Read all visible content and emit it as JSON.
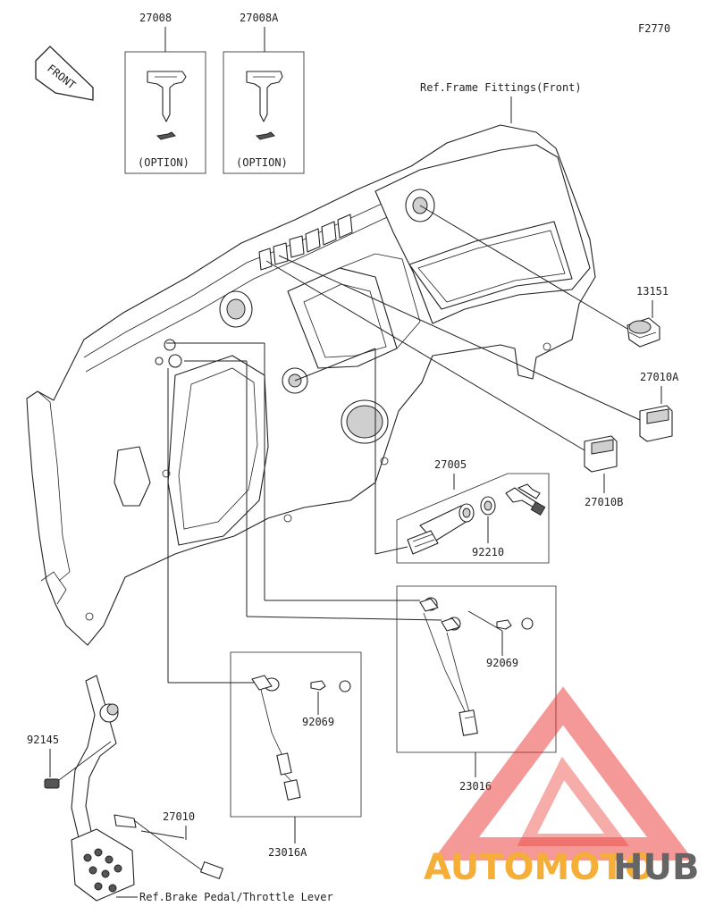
{
  "figure_code": "F2770",
  "front_badge": "FRONT",
  "ref_notes": {
    "frame_fittings": "Ref.Frame Fittings(Front)",
    "brake_pedal": "Ref.Brake Pedal/Throttle Lever"
  },
  "keys": [
    {
      "part": "27008",
      "note": "(OPTION)"
    },
    {
      "part": "27008A",
      "note": "(OPTION)"
    }
  ],
  "parts": {
    "p13151": "13151",
    "p27010A": "27010A",
    "p27010B": "27010B",
    "p27005": "27005",
    "p92210": "92210",
    "p92069a": "92069",
    "p92069b": "92069",
    "p23016": "23016",
    "p23016A": "23016A",
    "p92145": "92145",
    "p27010": "27010"
  },
  "watermark": {
    "part1": "AUTOMOTO",
    "part2": "HUB"
  },
  "colors": {
    "watermark_orange": "#f5a623",
    "watermark_gray": "#555555",
    "watermark_red": "#e8322c"
  }
}
